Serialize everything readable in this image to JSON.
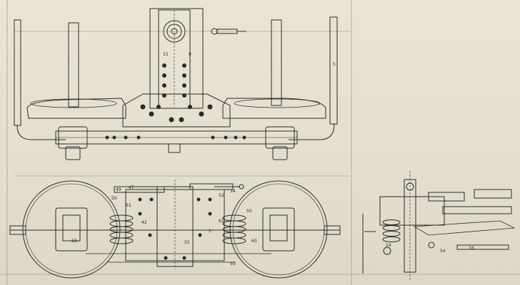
{
  "drawing": {
    "views": [
      "elevation",
      "plan",
      "end-view"
    ],
    "ink_color": "#2b2b2b",
    "paper_color": "#e6e1cf",
    "callouts": [
      "5",
      "15",
      "9",
      "49",
      "47",
      "50",
      "51",
      "52",
      "34",
      "42",
      "55",
      "50",
      "1",
      "60",
      "61",
      "63",
      "24",
      "54",
      "16",
      "50"
    ]
  }
}
